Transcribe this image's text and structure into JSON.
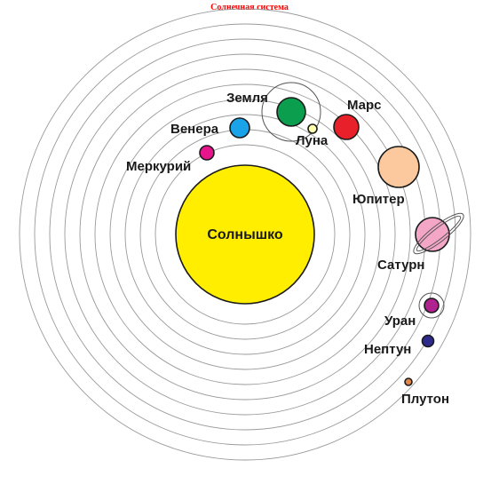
{
  "title": "Солнечная система",
  "colors": {
    "title": "#ff0000",
    "sun": "#ffee00",
    "mercury": "#e6158c",
    "venus": "#1aa3e8",
    "earth": "#0a9e4e",
    "moon": "#ffffb0",
    "mars": "#e8202a",
    "jupiter": "#fcc99e",
    "saturn": "#f4a6c6",
    "uranus": "#b0238e",
    "neptune": "#2e2a8c",
    "pluto": "#e0864a"
  },
  "sun": {
    "label": "Солнышко"
  },
  "planets": {
    "mercury": "Меркурий",
    "venus": "Венера",
    "earth": "Земля",
    "moon": "Луна",
    "mars": "Марс",
    "jupiter": "Юпитер",
    "saturn": "Сатурн",
    "uranus": "Уран",
    "neptune": "Нептун",
    "pluto": "Плутон"
  }
}
